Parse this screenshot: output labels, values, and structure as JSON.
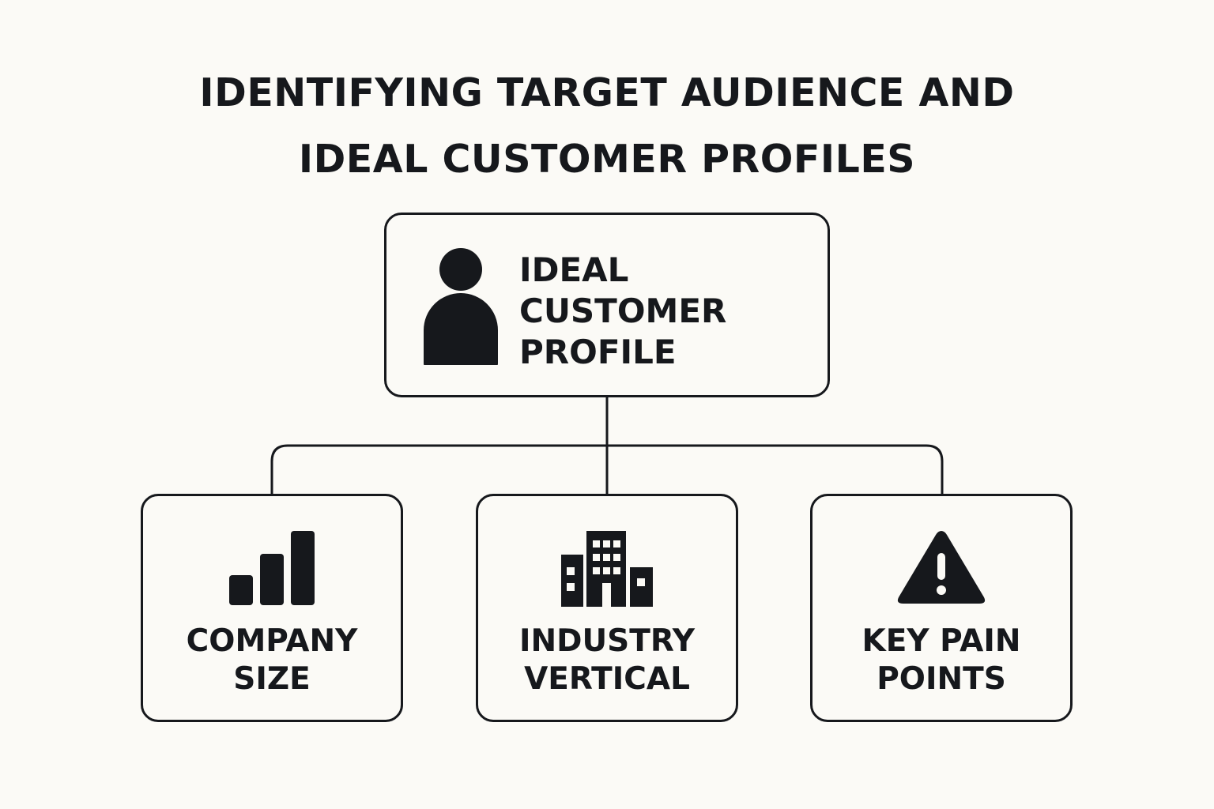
{
  "title": {
    "line1": "IDENTIFYING TARGET AUDIENCE AND",
    "line2": "IDEAL CUSTOMER PROFILES"
  },
  "root": {
    "icon": "person-icon",
    "label_lines": [
      "IDEAL",
      "CUSTOMER",
      "PROFILE"
    ]
  },
  "children": [
    {
      "icon": "bar-chart-icon",
      "label_lines": [
        "COMPANY",
        "SIZE"
      ]
    },
    {
      "icon": "building-icon",
      "label_lines": [
        "INDUSTRY",
        "VERTICAL"
      ]
    },
    {
      "icon": "warning-icon",
      "label_lines": [
        "KEY PAIN",
        "POINTS"
      ]
    }
  ],
  "colors": {
    "background": "#fbfaf6",
    "ink": "#16181c"
  }
}
